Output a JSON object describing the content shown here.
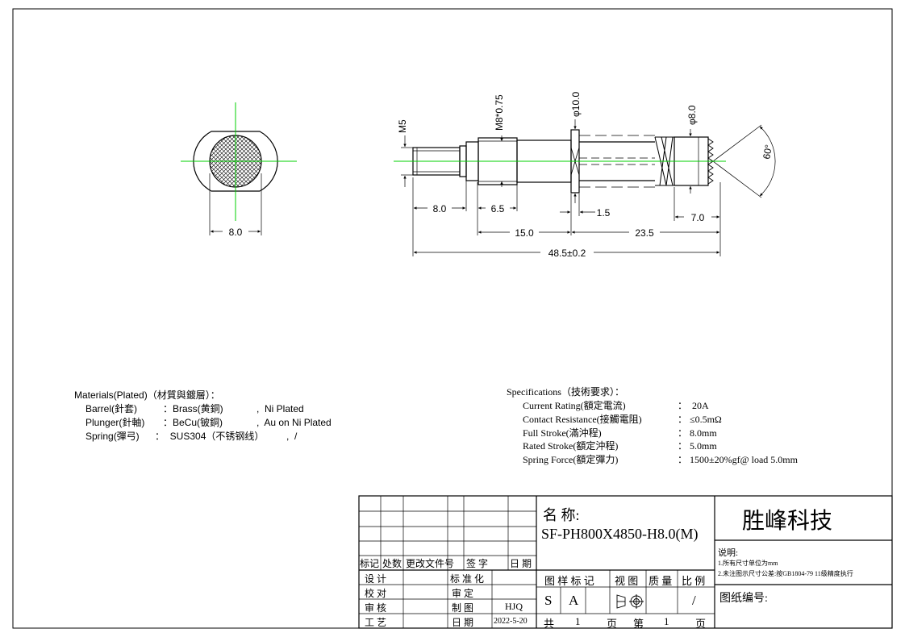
{
  "drawing": {
    "dims": {
      "end_width": "8.0",
      "thread_m5": "M5",
      "thread_m8": "M8*0.75",
      "dia_collar": "φ10.0",
      "dia_plunger": "φ8.0",
      "tip_angle": "60°",
      "len_8": "8.0",
      "len_6_5": "6.5",
      "len_1_5": "1.5",
      "len_7": "7.0",
      "len_15": "15.0",
      "len_23_5": "23.5",
      "total": "48.5±0.2"
    }
  },
  "materials": {
    "heading": "Materials(Plated)（材質與鍍層）：",
    "rows": [
      {
        "part": "Barrel(針套)",
        "material": "：Brass(黄銅)",
        "plating": ",  Ni Plated"
      },
      {
        "part": "Plunger(針軸)",
        "material": "：BeCu(铍銅)",
        "plating": ",  Au on Ni Plated"
      },
      {
        "part": "Spring(彈弓)",
        "material": "：  SUS304（不锈钢线）",
        "plating": ",  /"
      }
    ]
  },
  "specs": {
    "heading": "Specifications（技術要求）：",
    "rows": [
      {
        "label": "Current Rating(額定電流)",
        "value": "：  20A"
      },
      {
        "label": "Contact Resistance(接觸電阻)",
        "value": "： ≤0.5mΩ"
      },
      {
        "label": "Full Stroke(滿沖程)",
        "value": "： 8.0mm"
      },
      {
        "label": "Rated Stroke(額定沖程)",
        "value": "： 5.0mm"
      },
      {
        "label": "Spring Force(額定彈力)",
        "value": "： 1500±20%gf@ load 5.0mm"
      }
    ]
  },
  "title_block": {
    "rev_headers": [
      "标记",
      "处数",
      "更改文件号",
      "签  字",
      "日 期"
    ],
    "roles": [
      "设  计",
      "校  对",
      "审  核",
      "工  艺"
    ],
    "roles2": [
      "标 准 化",
      "审  定",
      "制  图",
      "日  期"
    ],
    "drafter": "HJQ",
    "date": "2022-5-20",
    "name_label": "名 称:",
    "part_name": "SF-PH800X4850-H8.0(M)",
    "company": "胜峰科技",
    "notes_title": "说明:",
    "notes": [
      "1.所有尺寸单位为mm",
      "2.未注图示尺寸公差:按GB1804-79 11级精度执行"
    ],
    "mark_label": "图 样 标 记",
    "view_label": "视 图",
    "weight_label": "质 量",
    "scale_label": "比 例",
    "mark_s": "S",
    "mark_a": "A",
    "scale_value": "/",
    "total_pages_label": "共",
    "total_pages": "1",
    "page_unit": "页",
    "page_label": "第",
    "page_number": "1",
    "page_unit2": "页",
    "drawing_no_label": "图纸编号:"
  }
}
